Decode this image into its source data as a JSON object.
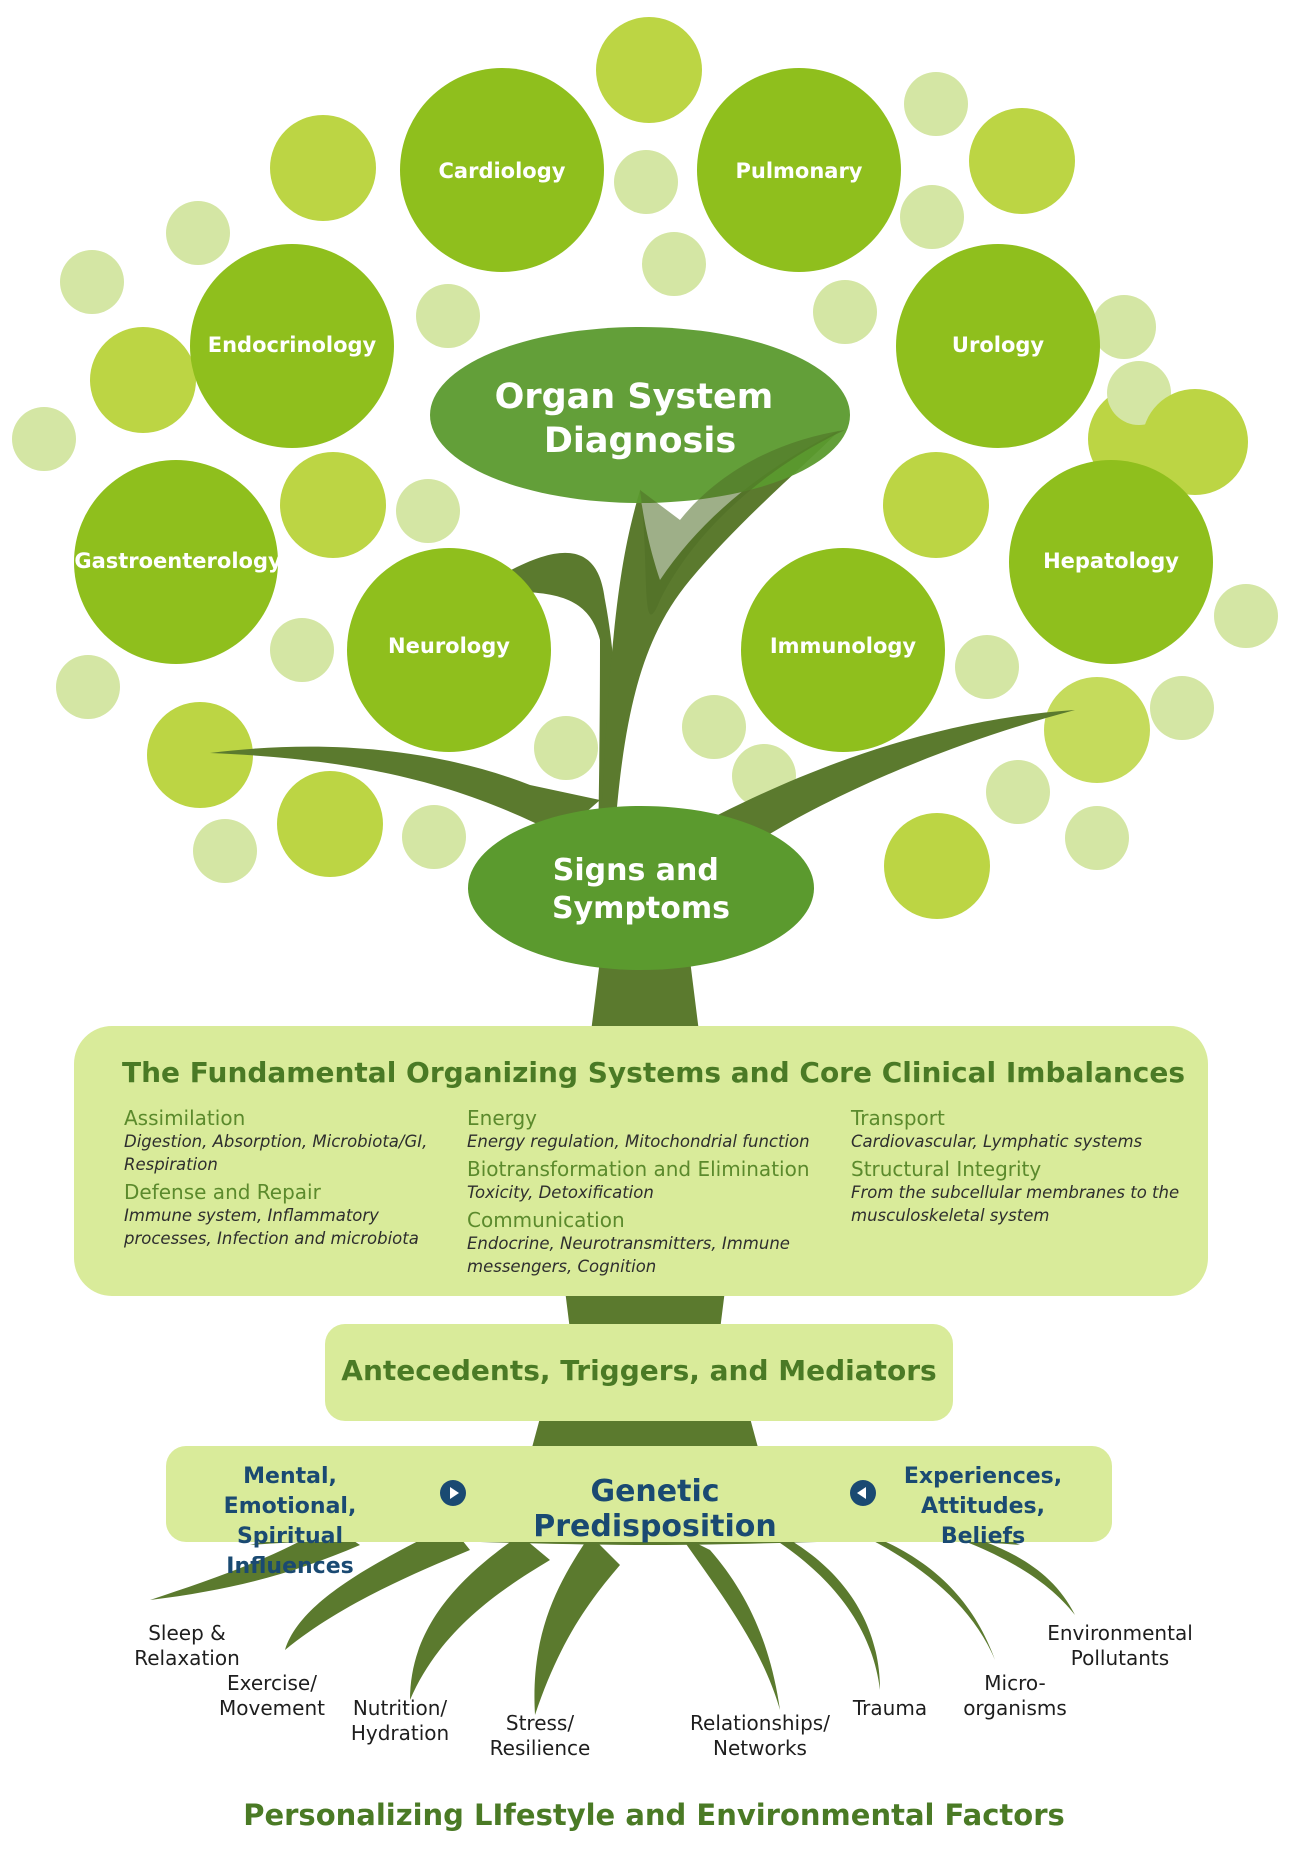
{
  "colors": {
    "dark_green": "#5b7a2e",
    "bright_green": "#8fbf1d",
    "light_green": "#bcd544",
    "pale_green": "#d4e6a4",
    "box_fill": "#d9eb9a",
    "title_green": "#4a7a25",
    "navy": "#1a4a72"
  },
  "crown": {
    "title": "Organ System Diagnosis",
    "title_lines": [
      "Organ System",
      "Diagnosis"
    ],
    "specialties": [
      "Cardiology",
      "Pulmonary",
      "Endocrinology",
      "Urology",
      "Gastroenterology",
      "Hepatology",
      "Neurology",
      "Immunology"
    ]
  },
  "trunk": {
    "signs": "Signs and Symptoms",
    "signs_lines": [
      "Signs and",
      "Symptoms"
    ]
  },
  "fundamental": {
    "title": "The Fundamental Organizing Systems and Core Clinical Imbalances",
    "columns": [
      [
        {
          "name": "Assimilation",
          "desc": "Digestion, Absorption, Microbiota/GI, Respiration"
        },
        {
          "name": "Defense and Repair",
          "desc": "Immune system, Inflammatory processes, Infection and microbiota"
        }
      ],
      [
        {
          "name": "Energy",
          "desc": "Energy regulation, Mitochondrial function"
        },
        {
          "name": "Biotransformation and Elimination",
          "desc": "Toxicity, Detoxification"
        },
        {
          "name": "Communication",
          "desc": "Endocrine, Neurotransmitters, Immune messengers, Cognition"
        }
      ],
      [
        {
          "name": "Transport",
          "desc": "Cardiovascular, Lymphatic systems"
        },
        {
          "name": "Structural Integrity",
          "desc": "From the subcellular membranes to the musculoskeletal system"
        }
      ]
    ]
  },
  "antecedents": "Antecedents, Triggers, and Mediators",
  "genetic": {
    "left_lines": [
      "Mental, Emotional,",
      "Spiritual Influences"
    ],
    "center": "Genetic Predisposition",
    "right_lines": [
      "Experiences,",
      "Attitudes, Beliefs"
    ],
    "arrow_left_icon": "play-right-icon",
    "arrow_right_icon": "play-left-icon"
  },
  "roots": [
    {
      "lines": [
        "Sleep &",
        "Relaxation"
      ]
    },
    {
      "lines": [
        "Exercise/",
        "Movement"
      ]
    },
    {
      "lines": [
        "Nutrition/",
        "Hydration"
      ]
    },
    {
      "lines": [
        "Stress/",
        "Resilience"
      ]
    },
    {
      "lines": [
        "Relationships/",
        "Networks"
      ]
    },
    {
      "lines": [
        "Trauma"
      ]
    },
    {
      "lines": [
        "Micro-",
        "organisms"
      ]
    },
    {
      "lines": [
        "Environmental",
        "Pollutants"
      ]
    }
  ],
  "footer": "Personalizing LIfestyle and Environmental Factors"
}
